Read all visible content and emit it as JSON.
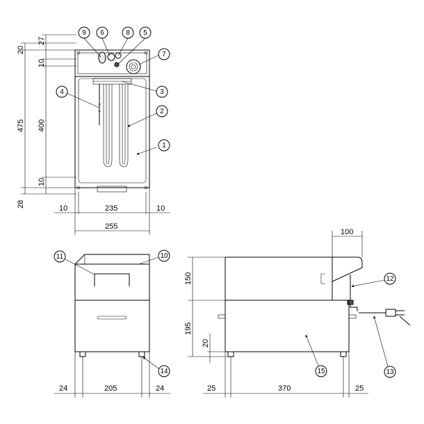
{
  "dimensions": {
    "top_view": {
      "left_outer": "475",
      "left_top": "20",
      "left_bottom": "28",
      "inner_top": "27",
      "inner_gap_top": "10",
      "inner_main": "400",
      "inner_gap_bottom": "10",
      "bottom_left": "10",
      "bottom_mid": "235",
      "bottom_right": "10",
      "bottom_total": "255"
    },
    "front_view": {
      "left": "24",
      "mid": "205",
      "right": "24"
    },
    "side_view": {
      "top_width": "100",
      "upper_height": "150",
      "lower_height": "195",
      "leg_height": "20",
      "left": "25",
      "mid": "370",
      "right": "25"
    }
  },
  "callouts": [
    "1",
    "2",
    "3",
    "4",
    "5",
    "6",
    "7",
    "8",
    "9",
    "10",
    "11",
    "12",
    "13",
    "14",
    "15"
  ]
}
